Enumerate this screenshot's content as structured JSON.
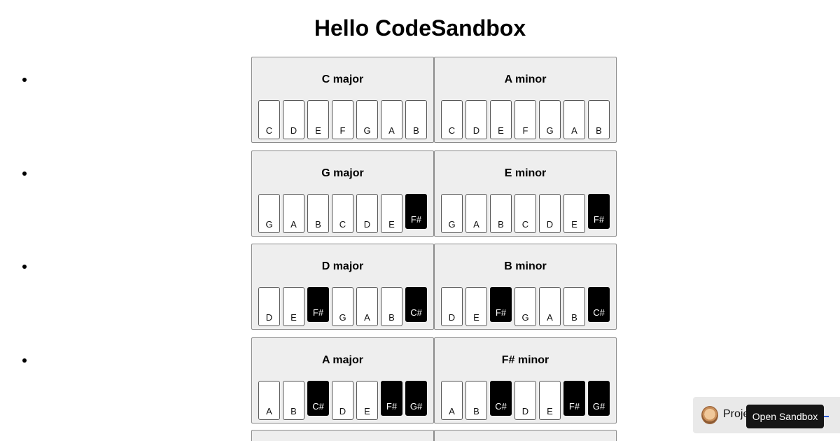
{
  "page": {
    "title": "Hello CodeSandbox"
  },
  "scales": [
    {
      "major": {
        "name": "C major",
        "notes": [
          {
            "label": "C",
            "sharp": false
          },
          {
            "label": "D",
            "sharp": false
          },
          {
            "label": "E",
            "sharp": false
          },
          {
            "label": "F",
            "sharp": false
          },
          {
            "label": "G",
            "sharp": false
          },
          {
            "label": "A",
            "sharp": false
          },
          {
            "label": "B",
            "sharp": false
          }
        ]
      },
      "minor": {
        "name": "A minor",
        "notes": [
          {
            "label": "C",
            "sharp": false
          },
          {
            "label": "D",
            "sharp": false
          },
          {
            "label": "E",
            "sharp": false
          },
          {
            "label": "F",
            "sharp": false
          },
          {
            "label": "G",
            "sharp": false
          },
          {
            "label": "A",
            "sharp": false
          },
          {
            "label": "B",
            "sharp": false
          }
        ]
      }
    },
    {
      "major": {
        "name": "G major",
        "notes": [
          {
            "label": "G",
            "sharp": false
          },
          {
            "label": "A",
            "sharp": false
          },
          {
            "label": "B",
            "sharp": false
          },
          {
            "label": "C",
            "sharp": false
          },
          {
            "label": "D",
            "sharp": false
          },
          {
            "label": "E",
            "sharp": false
          },
          {
            "label": "F#",
            "sharp": true
          }
        ]
      },
      "minor": {
        "name": "E minor",
        "notes": [
          {
            "label": "G",
            "sharp": false
          },
          {
            "label": "A",
            "sharp": false
          },
          {
            "label": "B",
            "sharp": false
          },
          {
            "label": "C",
            "sharp": false
          },
          {
            "label": "D",
            "sharp": false
          },
          {
            "label": "E",
            "sharp": false
          },
          {
            "label": "F#",
            "sharp": true
          }
        ]
      }
    },
    {
      "major": {
        "name": "D major",
        "notes": [
          {
            "label": "D",
            "sharp": false
          },
          {
            "label": "E",
            "sharp": false
          },
          {
            "label": "F#",
            "sharp": true
          },
          {
            "label": "G",
            "sharp": false
          },
          {
            "label": "A",
            "sharp": false
          },
          {
            "label": "B",
            "sharp": false
          },
          {
            "label": "C#",
            "sharp": true
          }
        ]
      },
      "minor": {
        "name": "B minor",
        "notes": [
          {
            "label": "D",
            "sharp": false
          },
          {
            "label": "E",
            "sharp": false
          },
          {
            "label": "F#",
            "sharp": true
          },
          {
            "label": "G",
            "sharp": false
          },
          {
            "label": "A",
            "sharp": false
          },
          {
            "label": "B",
            "sharp": false
          },
          {
            "label": "C#",
            "sharp": true
          }
        ]
      }
    },
    {
      "major": {
        "name": "A major",
        "notes": [
          {
            "label": "A",
            "sharp": false
          },
          {
            "label": "B",
            "sharp": false
          },
          {
            "label": "C#",
            "sharp": true
          },
          {
            "label": "D",
            "sharp": false
          },
          {
            "label": "E",
            "sharp": false
          },
          {
            "label": "F#",
            "sharp": true
          },
          {
            "label": "G#",
            "sharp": true
          }
        ]
      },
      "minor": {
        "name": "F# minor",
        "notes": [
          {
            "label": "A",
            "sharp": false
          },
          {
            "label": "B",
            "sharp": false
          },
          {
            "label": "C#",
            "sharp": true
          },
          {
            "label": "D",
            "sharp": false
          },
          {
            "label": "E",
            "sharp": false
          },
          {
            "label": "F#",
            "sharp": true
          },
          {
            "label": "G#",
            "sharp": true
          }
        ]
      }
    }
  ],
  "sandbox_widget": {
    "project_label": "Proje",
    "open_button_label": "Open Sandbox",
    "avatar_icon": "avatar-icon"
  },
  "colors": {
    "card_background": "#eeeeee",
    "sharp_key": "#000000",
    "natural_key": "#ffffff",
    "button_background": "#151515"
  }
}
